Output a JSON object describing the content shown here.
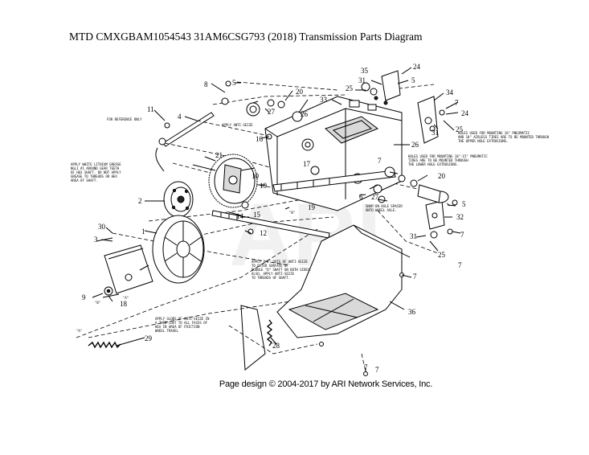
{
  "title": "MTD CMXGBAM1054543 31AM6CSG793 (2018) Transmission Parts Diagram",
  "footer": "Page design © 2004-2017 by ARI Network Services, Inc.",
  "watermark": "ARI",
  "notes": {
    "reference": "FOR REFERENCE ONLY",
    "anti_seize_top": "APPLY ANTI-SEIZE",
    "grease": [
      "APPLY WHITE LITHIUM GREASE",
      "NGLI #1 AROUND GEAR TEETH",
      "OF HEX SHAFT. DO NOT APPLY",
      "GREASE TO THREADS OR HEX",
      "AREA OF SHAFT."
    ],
    "holes_upper": [
      "HOLES USED FOR MOUNTING 16\" PNEUMATIC",
      "AND 18\" AIRLESS TIRES ARE TO BE MOUNTED THROUGH",
      "THE UPPER HOLE EXTRUSIONS."
    ],
    "holes_lower": [
      "HOLES USED FOR MOUNTING 18\"-15\" PNEUMATIC",
      "TIRES ARE TO BE MOUNTED THROUGH",
      "THE LOWER HOLE EXTRUSIONS."
    ],
    "snap": [
      "SNAP ON AXLE SPACER",
      "ONTO WHEEL AXLE."
    ],
    "anti_seize_mid": [
      "APPLY 1/2\" DOTS OF ANTI-SEIZE",
      "TO OUTER SURFACE OF",
      "DOUBLE \"D\" SHAFT ON BOTH SIDES.",
      "ALSO, APPLY ANTI-SEIZE",
      "TO THREADS OF SHAFT."
    ],
    "anti_seize_low": [
      "APPLY GLOBS OF ANTI-SEIZE IN",
      "A THIN COAT TO ALL FACES OF",
      "HEX IN AREA OF FRICTION",
      "WHEEL TRAVEL"
    ]
  },
  "labels": [
    {
      "text": "1"
    },
    {
      "text": "2"
    },
    {
      "text": "3"
    },
    {
      "text": "4"
    },
    {
      "text": "5"
    },
    {
      "text": "6"
    },
    {
      "text": "7"
    },
    {
      "text": "8"
    },
    {
      "text": "9"
    },
    {
      "text": "10"
    },
    {
      "text": "11"
    },
    {
      "text": "12"
    },
    {
      "text": "14"
    },
    {
      "text": "15"
    },
    {
      "text": "16"
    },
    {
      "text": "17"
    },
    {
      "text": "18"
    },
    {
      "text": "19"
    },
    {
      "text": "19"
    },
    {
      "text": "20"
    },
    {
      "text": "20"
    },
    {
      "text": "21"
    },
    {
      "text": "24"
    },
    {
      "text": "24"
    },
    {
      "text": "25"
    },
    {
      "text": "25"
    },
    {
      "text": "25"
    },
    {
      "text": "26"
    },
    {
      "text": "26"
    },
    {
      "text": "27"
    },
    {
      "text": "27"
    },
    {
      "text": "28"
    },
    {
      "text": "29"
    },
    {
      "text": "30"
    },
    {
      "text": "31"
    },
    {
      "text": "31"
    },
    {
      "text": "31"
    },
    {
      "text": "32"
    },
    {
      "text": "33"
    },
    {
      "text": "34"
    },
    {
      "text": "35"
    },
    {
      "text": "36"
    },
    {
      "text": "5"
    },
    {
      "text": "5"
    },
    {
      "text": "7"
    },
    {
      "text": "7"
    },
    {
      "text": "7"
    },
    {
      "text": "7"
    },
    {
      "text": "7"
    },
    {
      "text": "7"
    }
  ]
}
